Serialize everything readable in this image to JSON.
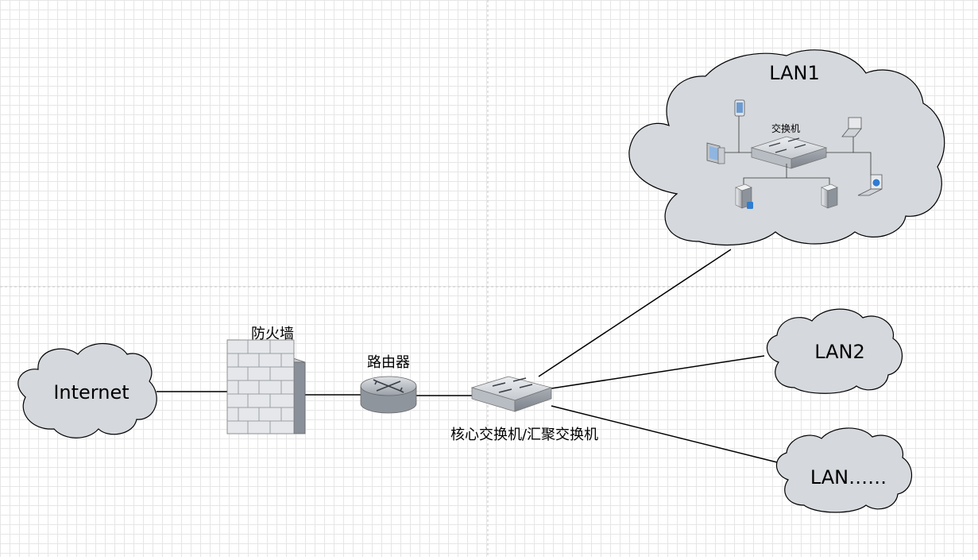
{
  "nodes": {
    "internet": {
      "label": "Internet"
    },
    "firewall": {
      "label": "防火墙"
    },
    "router": {
      "label": "路由器"
    },
    "core_switch": {
      "label": "核心交换机/汇聚交换机"
    },
    "lan1": {
      "label": "LAN1",
      "switch_label": "交换机"
    },
    "lan2": {
      "label": "LAN2"
    },
    "lan_more": {
      "label": "LAN……"
    }
  },
  "colors": {
    "cloud_fill": "#d5d8dc",
    "cloud_stroke": "#000000",
    "grid": "#e6e6e6",
    "line": "#000000"
  }
}
